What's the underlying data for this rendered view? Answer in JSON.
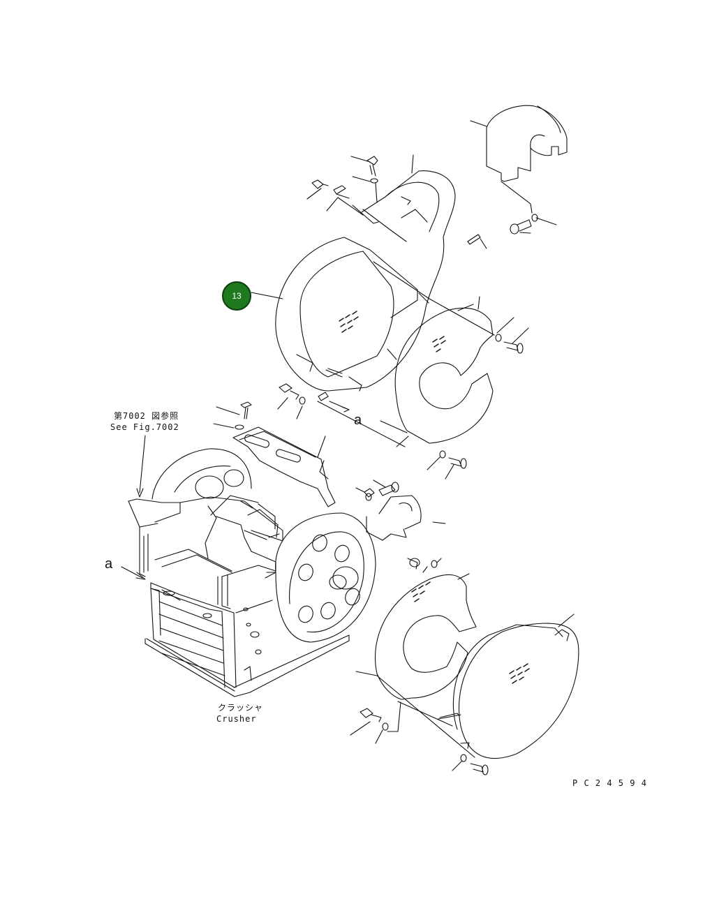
{
  "callout": {
    "number": "13",
    "color": "#1f7a1f"
  },
  "labels": {
    "see_fig_jp": "第7002 図参照",
    "see_fig_en": "See Fig.7002",
    "crusher_jp": "クラッシャ",
    "crusher_en": "Crusher",
    "view_a_1": "a",
    "view_a_2": "a",
    "drawing_id": "PC24594"
  },
  "stroke_color": "#111111"
}
